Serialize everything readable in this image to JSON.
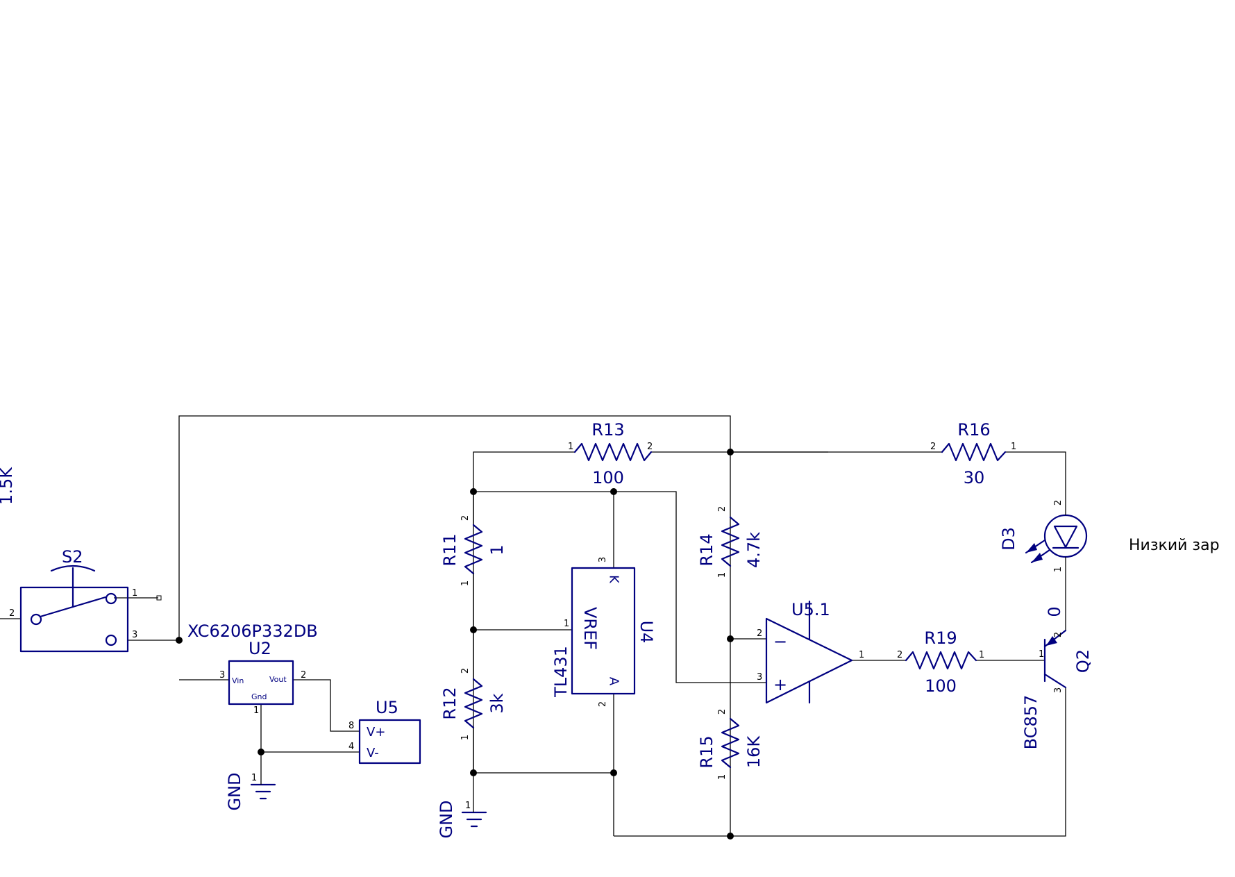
{
  "components": {
    "s2": {
      "ref": "S2",
      "pins": [
        "1",
        "2",
        "3"
      ]
    },
    "u2": {
      "part": "XC6206P332DB",
      "ref": "U2",
      "pin_vin": "Vin",
      "pin_vout": "Vout",
      "pin_gnd": "Gnd",
      "pins": [
        "1",
        "2",
        "3"
      ]
    },
    "u5": {
      "ref": "U5",
      "pin_vplus": "V+",
      "pin_vminus": "V-",
      "pins": [
        "8",
        "4"
      ]
    },
    "r11": {
      "ref": "R11",
      "value": "1"
    },
    "r12": {
      "ref": "R12",
      "value": "3k"
    },
    "r13": {
      "ref": "R13",
      "value": "100"
    },
    "r14": {
      "ref": "R14",
      "value": "4.7k"
    },
    "r15": {
      "ref": "R15",
      "value": "16K"
    },
    "r16": {
      "ref": "R16",
      "value": "30"
    },
    "r19": {
      "ref": "R19",
      "value": "100"
    },
    "u4": {
      "ref": "U4",
      "part": "TL431",
      "inner": "VREF",
      "pin_k": "K",
      "pin_a": "A",
      "pins": [
        "1",
        "2",
        "3"
      ]
    },
    "u51": {
      "ref": "U5.1",
      "minus": "−",
      "plus": "+",
      "pins": [
        "1",
        "2",
        "3"
      ]
    },
    "d3": {
      "ref": "D3",
      "pins": [
        "1",
        "2"
      ]
    },
    "q2": {
      "ref": "Q2",
      "part": "BC857",
      "pins": [
        "1",
        "2",
        "3"
      ]
    },
    "gnd1": {
      "label": "GND",
      "pin": "1"
    },
    "gnd2": {
      "label": "GND",
      "pin": "1"
    }
  },
  "resistor_pins": {
    "one": "1",
    "two": "2"
  },
  "net_labels": {
    "d3_cathode": "0",
    "left_edge": "1.5K"
  },
  "note": "Низкий зар"
}
